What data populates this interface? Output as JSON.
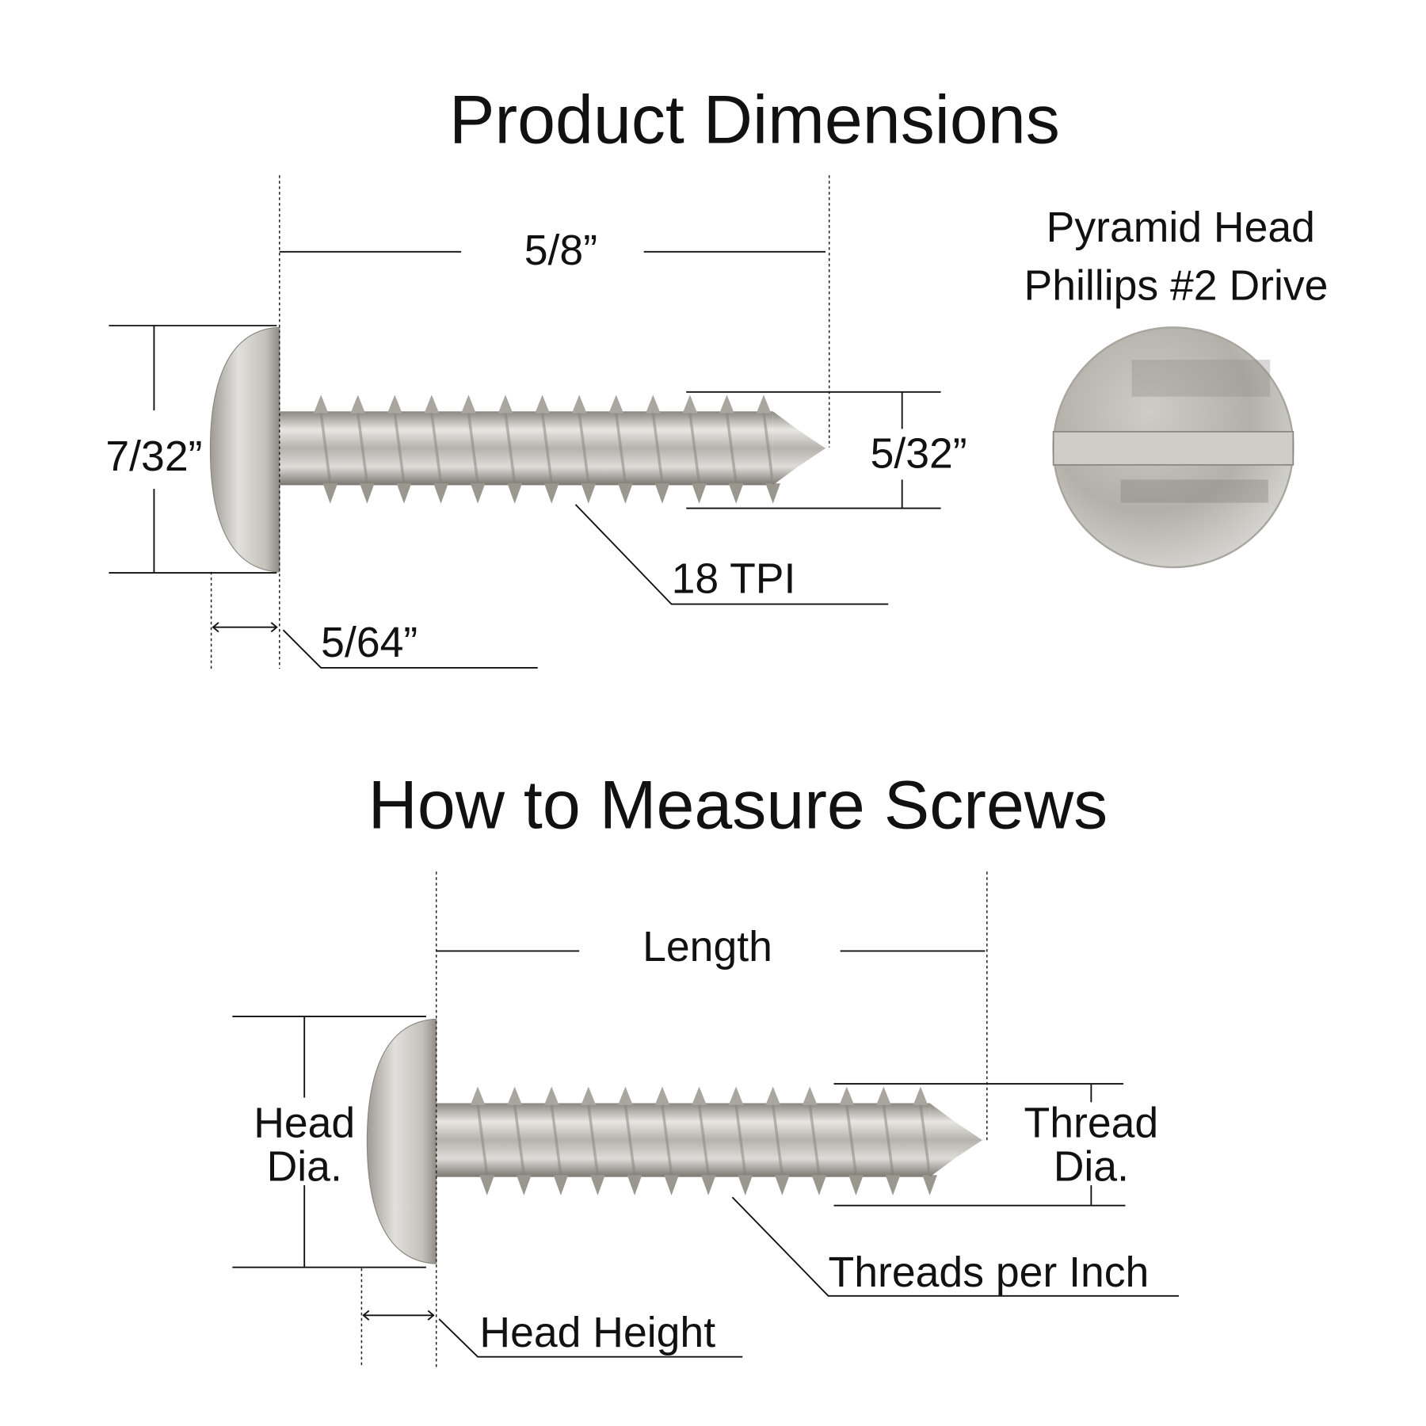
{
  "section1": {
    "title": "Product Dimensions",
    "length": "5/8”",
    "head_diameter": "7/32”",
    "thread_diameter": "5/32”",
    "threads_per_inch": "18 TPI",
    "head_height": "5/64”",
    "head_type_line1": "Pyramid Head",
    "head_type_line2": "Phillips #2 Drive"
  },
  "section2": {
    "title": "How to Measure Screws",
    "length": "Length",
    "head_diameter_line1": "Head",
    "head_diameter_line2": "Dia.",
    "thread_diameter_line1": "Thread",
    "thread_diameter_line2": "Dia.",
    "threads_per_inch": "Threads per Inch",
    "head_height": "Head Height"
  },
  "colors": {
    "metal_light": "#e6e4e0",
    "metal_mid": "#b9b6b0",
    "metal_dark": "#7d7a75",
    "line": "#111111"
  }
}
